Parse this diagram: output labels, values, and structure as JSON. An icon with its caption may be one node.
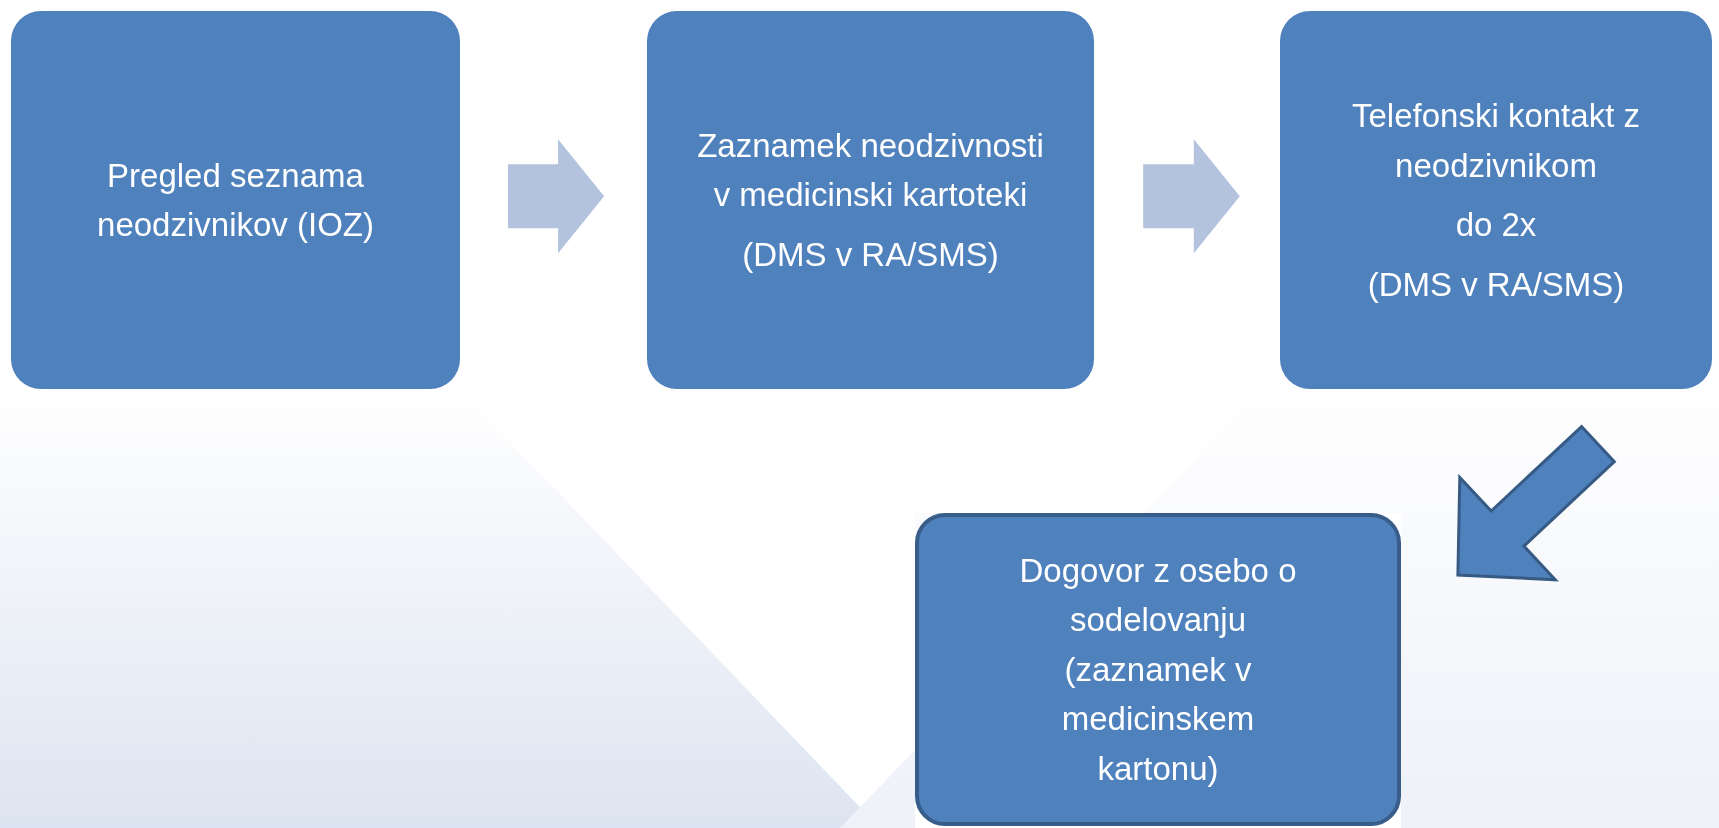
{
  "diagram": {
    "nodes": [
      {
        "text": [
          "Pregled seznama neodzivnikov (IOZ)"
        ]
      },
      {
        "text": [
          "Zaznamek neodzivnosti v medicinski kartoteki",
          "(DMS v RA/SMS)"
        ]
      },
      {
        "text": [
          "Telefonski kontakt z neodzivnikom",
          "do 2x",
          "(DMS v RA/SMS)"
        ]
      },
      {
        "text": [
          "Dogovor z osebo o sodelovanju (zaznamek v medicinskem kartonu)"
        ]
      }
    ],
    "edges": [
      {
        "from": 0,
        "to": 1,
        "arrow": "to"
      },
      {
        "from": 1,
        "to": 2,
        "arrow": "to"
      },
      {
        "from": 2,
        "to": 3,
        "arrow": "to",
        "color": "#4f81bd"
      }
    ]
  }
}
